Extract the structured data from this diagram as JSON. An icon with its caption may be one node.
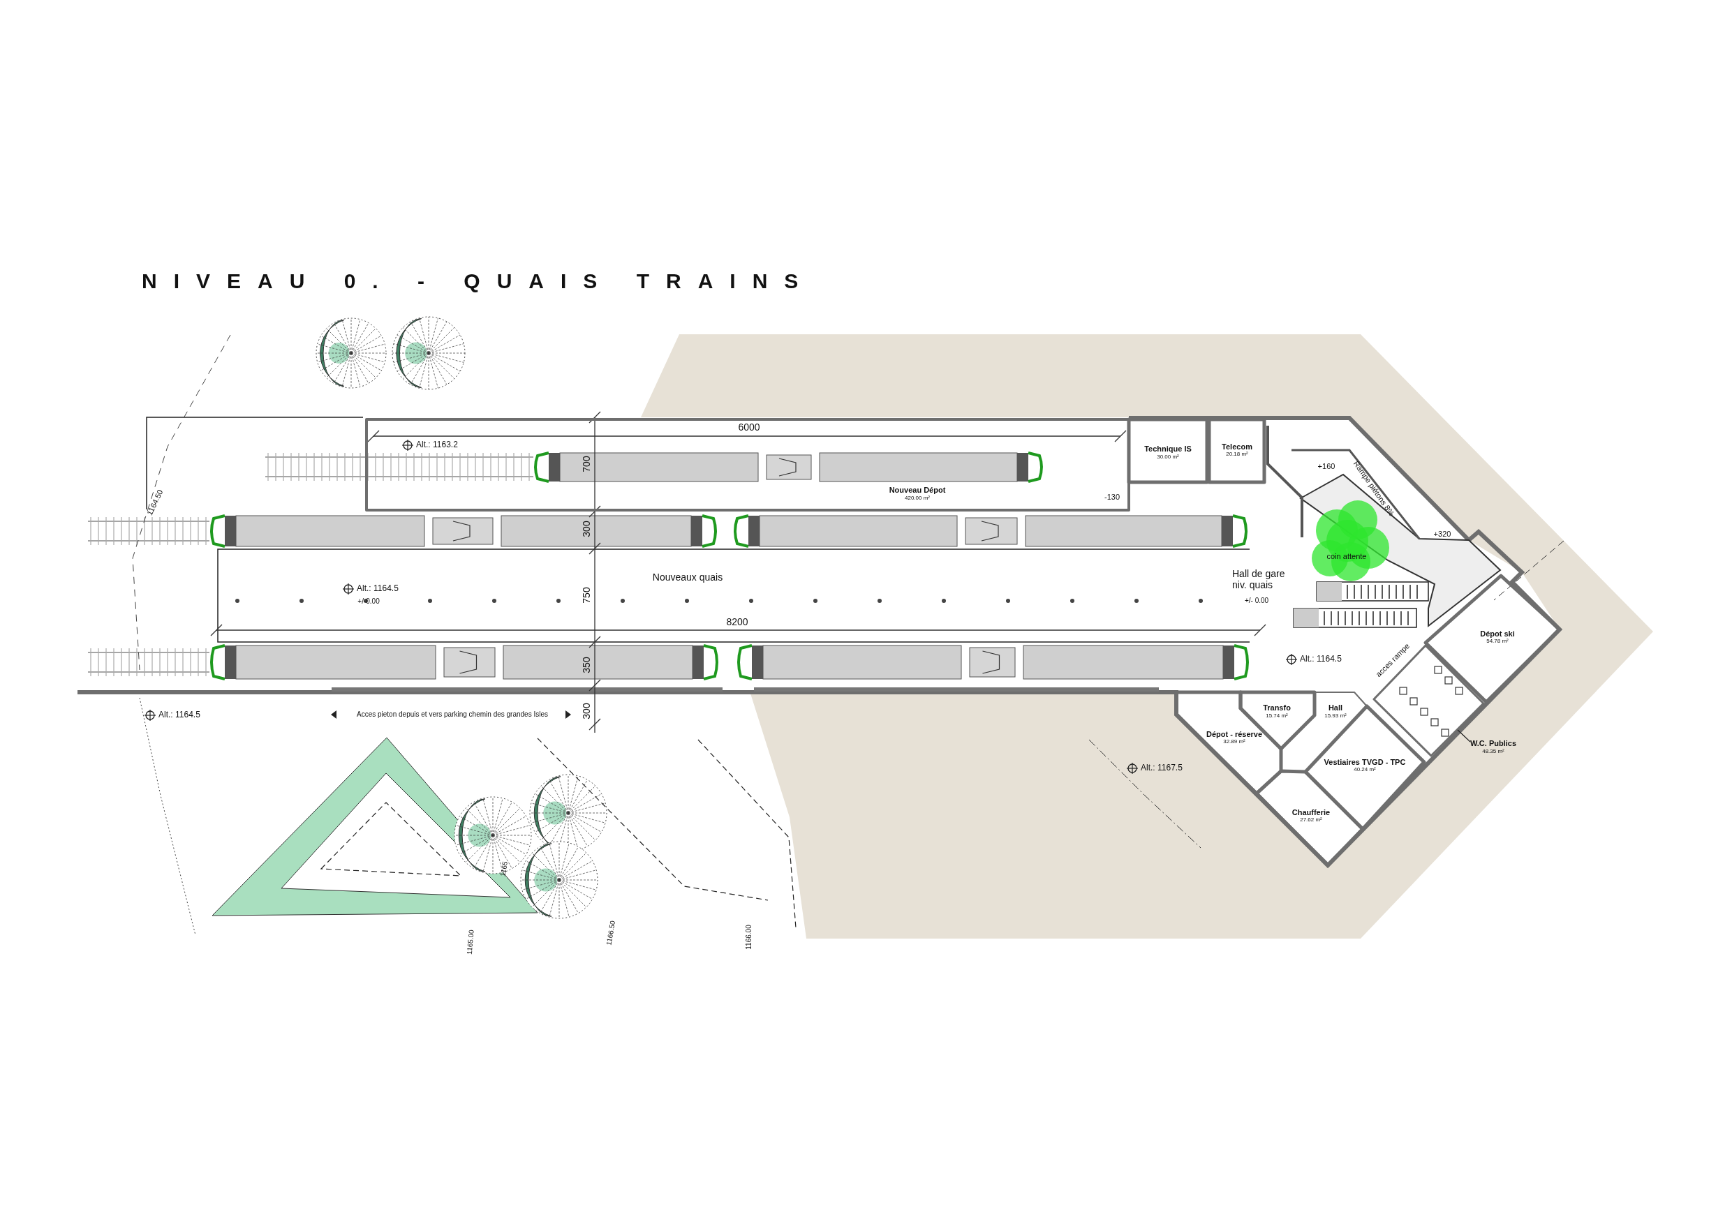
{
  "diagram": {
    "title": "NIVEAU 0. - QUAIS TRAINS",
    "nodes": [
      {
        "text": [
          "Nouveau Dépot",
          "420.00 m²"
        ]
      },
      {
        "text": [
          "Technique IS",
          "30.00 m²"
        ]
      },
      {
        "text": [
          "Telecom",
          "20.18 m²"
        ]
      },
      {
        "text": [
          "Dépot ski",
          "54.78 m²"
        ]
      },
      {
        "text": [
          "Transfo",
          "15.74 m²"
        ]
      },
      {
        "text": [
          "Hall",
          "15.93 m²"
        ]
      },
      {
        "text": [
          "Dépot - réserve",
          "32.89 m²"
        ]
      },
      {
        "text": [
          "W.C. Publics",
          "48.35 m²"
        ]
      },
      {
        "text": [],
        "shape": "diamond"
      },
      {
        "text": [
          "Vestiaires TVGD - TPC",
          "40.24 m²"
        ]
      },
      {
        "text": [
          "Chaufferie",
          "27.62 m²"
        ]
      }
    ],
    "edges": [
      {
        "from": 7,
        "to": 8,
        "arrow": "none"
      }
    ],
    "labels": [
      "Alt.: 1163.2",
      "6000",
      "700",
      "-130",
      "1164.50",
      "300",
      "+160",
      "Rampe piétons 8%",
      "+320",
      "coin attente",
      "Nouveaux quais",
      "Hall de gare niv. quais",
      "Alt.: 1164.5",
      "750",
      "+/-0.00",
      "+/- 0.00",
      "8200",
      "acces rampe",
      "Alt.: 1164.5",
      "350",
      "Alt.: 1164.5",
      "Acces pieton depuis et vers parking chemin des grandes Isles",
      "300",
      "Alt.: 1167.5",
      "1165",
      "1165.00",
      "1166.50",
      "1166.00"
    ]
  }
}
